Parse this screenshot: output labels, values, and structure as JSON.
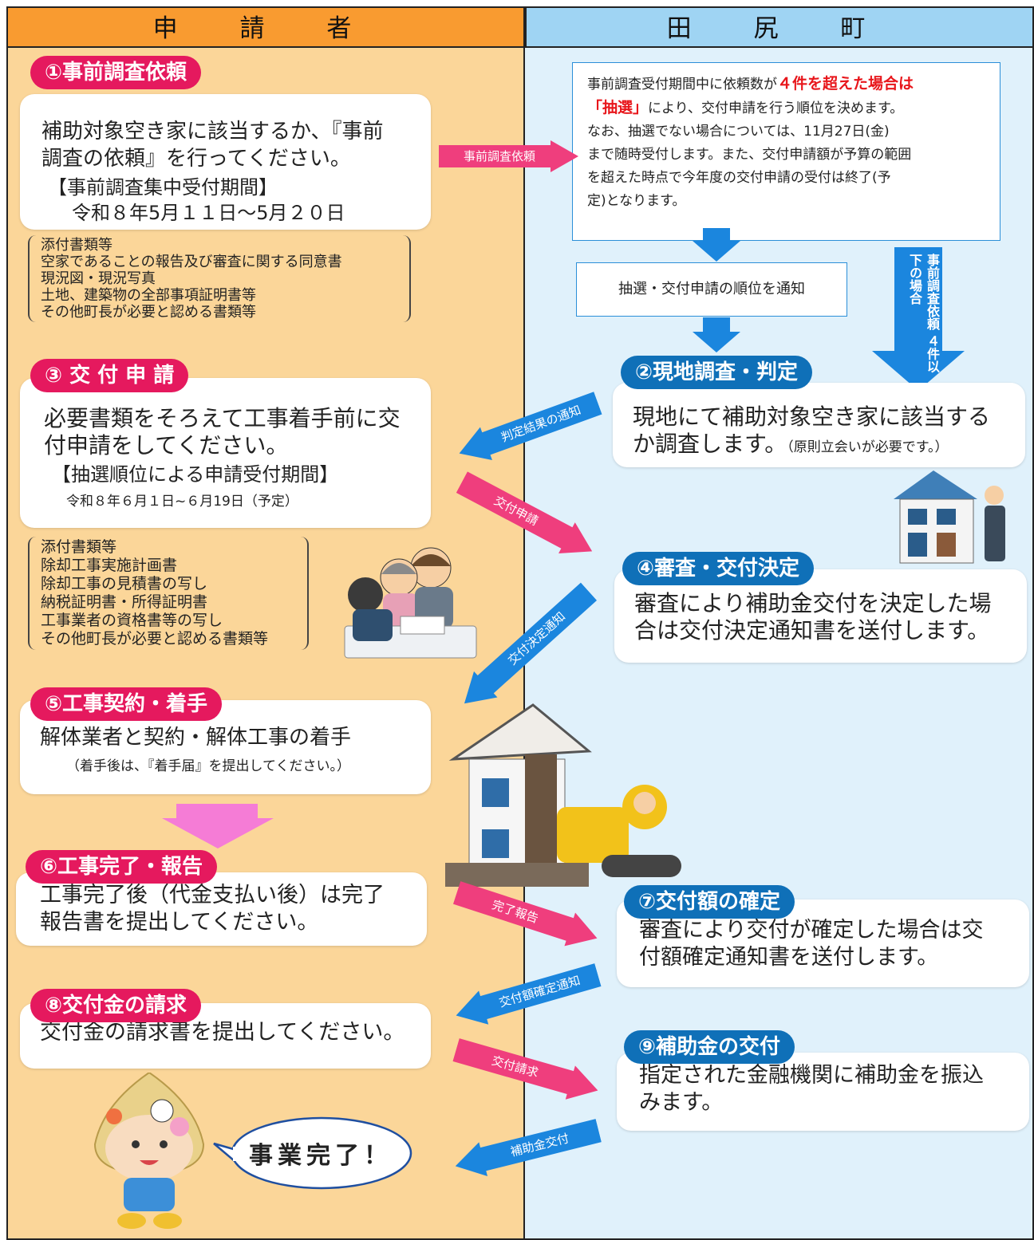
{
  "header": {
    "left": "申 請 者",
    "right": "田 尻 町"
  },
  "steps": {
    "s1": {
      "label": "①事前調査依頼",
      "line1": "補助対象空き家に該当するか、『事前",
      "line2": "調査の依頼』を行ってください。",
      "period_title": "【事前調査集中受付期間】",
      "period": "令和８年5月１１日～5月２０日"
    },
    "docs1": [
      "添付書類等",
      "空家であることの報告及び審査に関する同意書",
      "現況図・現況写真",
      "土地、建築物の全部事項証明書等",
      "その他町長が必要と認める書類等"
    ],
    "s3": {
      "label": "③ 交 付 申 請",
      "line1": "必要書類をそろえて工事着手前に交",
      "line2": "付申請をしてください。",
      "period_title": "【抽選順位による申請受付期間】",
      "period": "令和８年６月１日~６月19日（予定）"
    },
    "docs3": [
      "添付書類等",
      "除却工事実施計画書",
      "除却工事の見積書の写し",
      "納税証明書・所得証明書",
      "工事業者の資格書等の写し",
      "その他町長が必要と認める書類等"
    ],
    "s5": {
      "label": "⑤工事契約・着手",
      "line1": "解体業者と契約・解体工事の着手",
      "note": "（着手後は、『着手届』を提出してください。）"
    },
    "s6": {
      "label": "⑥工事完了・報告",
      "line1": "工事完了後（代金支払い後）は完了",
      "line2": "報告書を提出してください。"
    },
    "s8": {
      "label": "⑧交付金の請求",
      "line1": "交付金の請求書を提出してください。"
    },
    "done": "事業完了！",
    "notice": {
      "l1a": "事前調査受付期間中に依頼数が",
      "l1b": "４件を超えた場合は",
      "l2a": "「抽選」",
      "l2b": "により、交付申請を行う順位を決めます。",
      "l3": "なお、抽選でない場合については、11月27日(金)",
      "l4": "まで随時受付します。また、交付申請額が予算の範囲",
      "l5": "を超えた時点で今年度の交付申請の受付は終了(予",
      "l6": "定)となります。"
    },
    "lottery": "抽選・交付申請の順位を通知",
    "side_arrow": "事前調査依頼 ４件以下の場合",
    "s2": {
      "label": "②現地調査・判定",
      "line1": "現地にて補助対象空き家に該当する",
      "line2": "か調査します。",
      "note": "（原則立会いが必要です。）"
    },
    "s4": {
      "label": "④審査・交付決定",
      "line1": "審査により補助金交付を決定した場",
      "line2": "合は交付決定通知書を送付します。"
    },
    "s7": {
      "label": "⑦交付額の確定",
      "line1": "審査により交付が確定した場合は交",
      "line2": "付額確定通知書を送付します。"
    },
    "s9": {
      "label": "⑨補助金の交付",
      "line1": "指定された金融機関に補助金を振込",
      "line2": "みます。"
    }
  },
  "arrows": {
    "a1": "事前調査依頼",
    "a2": "判定結果の通知",
    "a3": "交付申請",
    "a4": "交付決定通知",
    "a5": "完了報告",
    "a6": "交付額確定通知",
    "a7": "交付請求",
    "a8": "補助金交付"
  },
  "colors": {
    "left_bg": "#fbd699",
    "right_bg": "#e0f1fb",
    "left_header": "#f99b30",
    "right_header": "#9fd4f3",
    "step_pink": "#e5195e",
    "step_blue": "#0f70b8",
    "accent_red": "#e8161b"
  }
}
